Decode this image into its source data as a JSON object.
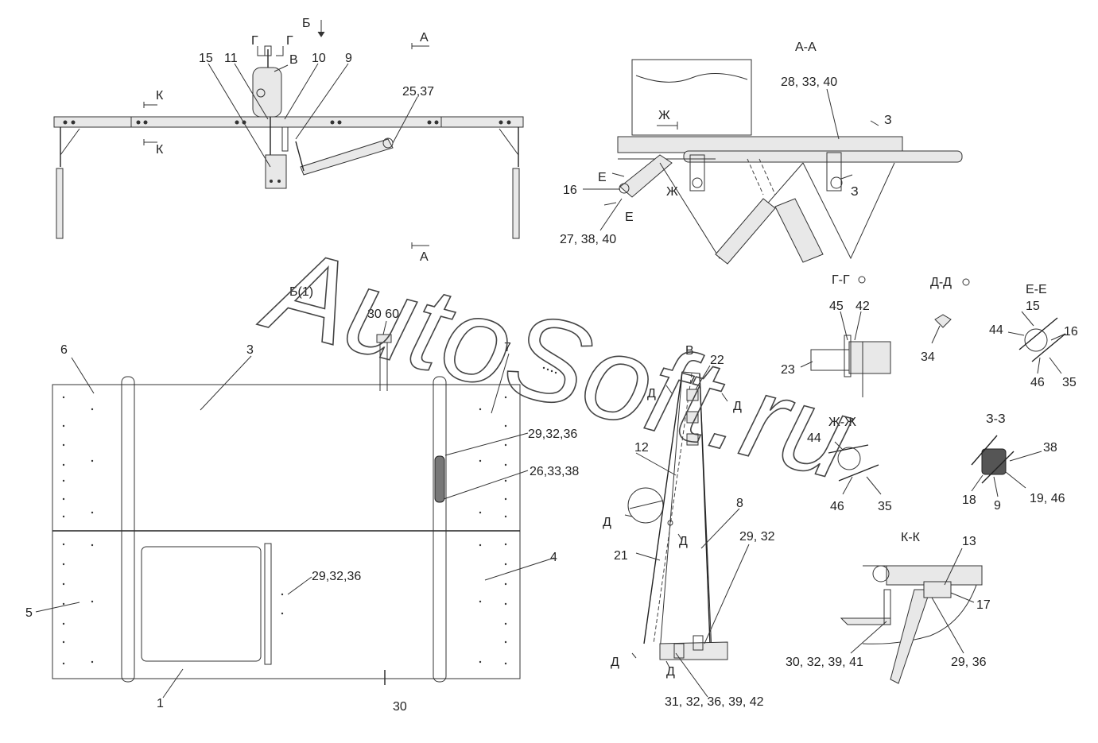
{
  "watermark": "AutoSoft.ru",
  "section_titles": {
    "aa": "А-А",
    "gg": "Г-Г",
    "dd": "Д-Д",
    "ee": "Е-Е",
    "zhzh": "Ж-Ж",
    "zz": "З-З",
    "kk": "К-К",
    "b1": "Б(1)",
    "v": "В"
  },
  "cut_marks": {
    "b_top": "Б",
    "a_top": "А",
    "a_bottom": "А",
    "k_top": "К",
    "k_bottom": "К",
    "g_left": "Г",
    "g_right": "Г",
    "zh_a": "Ж",
    "zh_b": "Ж",
    "z_a": "З",
    "z_b": "З",
    "e_a": "Е",
    "e_b": "Е",
    "d1": "Д",
    "d2": "Д",
    "d3": "Д",
    "d4": "Д",
    "d5": "Д",
    "d6": "Д"
  },
  "labels": {
    "top": {
      "l15": "15",
      "l11": "11",
      "lv": "В",
      "l10": "10",
      "l9": "9",
      "l2537": "25,37"
    },
    "aa": {
      "l283340": "28, 33, 40",
      "l16": "16",
      "l273840": "27, 38, 40"
    },
    "gg": {
      "l45": "45",
      "l42": "42",
      "l23": "23"
    },
    "dd": {
      "l34": "34"
    },
    "ee": {
      "l15": "15",
      "l44": "44",
      "l16": "16",
      "l46": "46",
      "l35": "35"
    },
    "zhzh": {
      "l44": "44",
      "l46": "46",
      "l35": "35"
    },
    "zz": {
      "l38": "38",
      "l18": "18",
      "l9": "9",
      "l1946": "19, 46"
    },
    "kk": {
      "l13": "13",
      "l17": "17",
      "l30323941": "30, 32, 39, 41",
      "l2936": "29, 36"
    },
    "plan": {
      "l3060": "30  60",
      "l6": "6",
      "l3": "3",
      "l7": "7",
      "l293236a": "29,32,36",
      "l263338": "26,33,38",
      "l4": "4",
      "l293236b": "29,32,36",
      "l5": "5",
      "l1": "1",
      "l30": "30"
    },
    "v": {
      "l22": "22",
      "l12": "12",
      "l8": "8",
      "l21": "21",
      "l2932": "29, 32",
      "l3132363942": "31, 32, 36, 39, 42"
    }
  }
}
